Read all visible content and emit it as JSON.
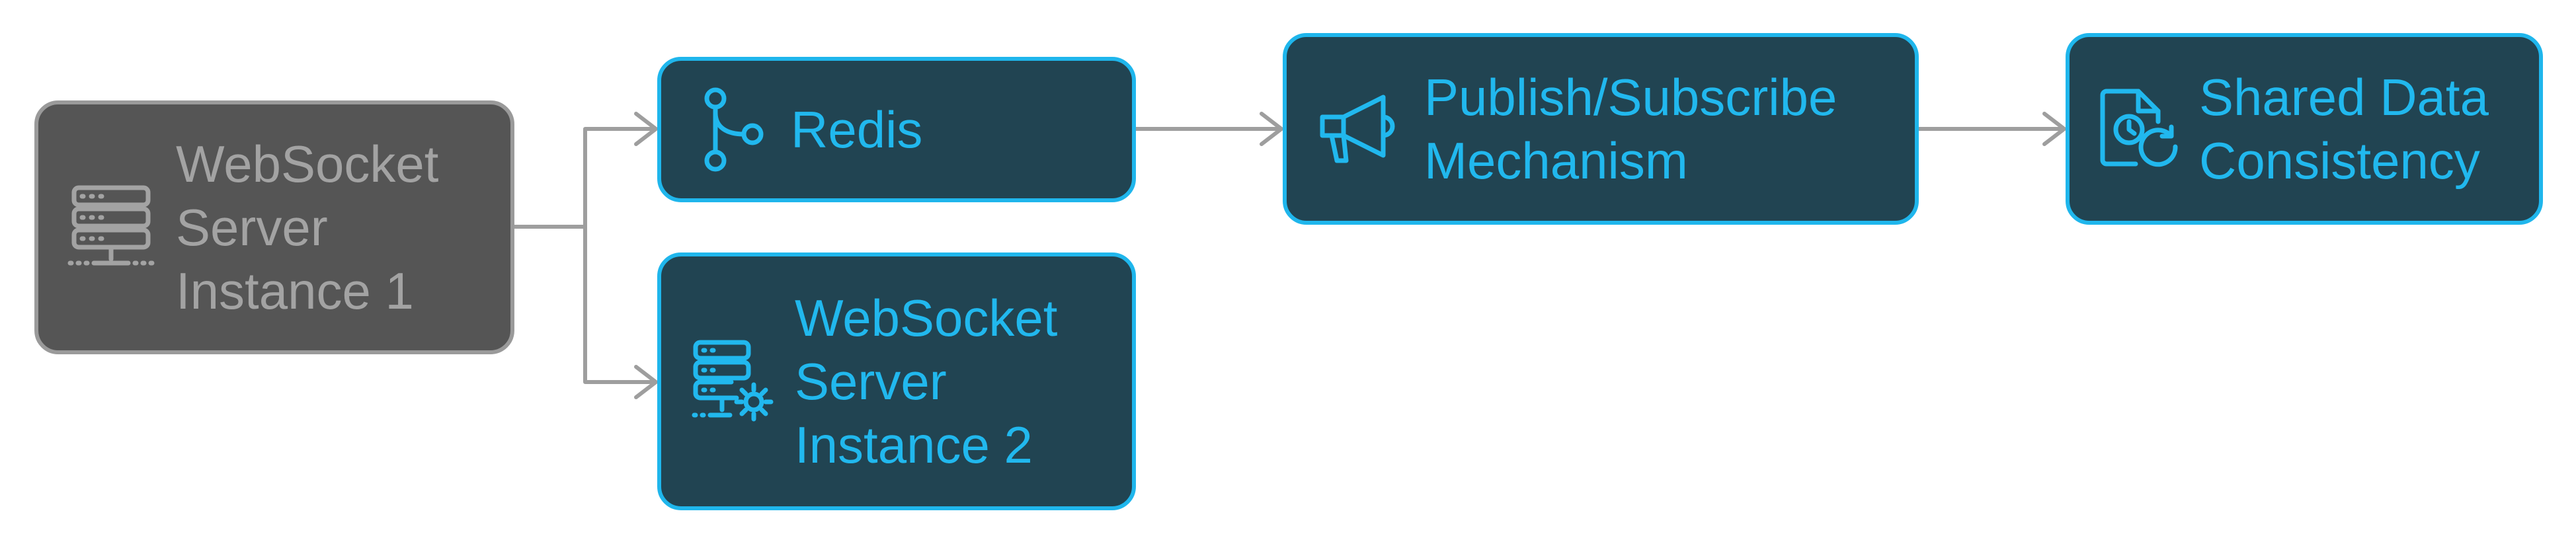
{
  "colors": {
    "source_fill": "#555555",
    "source_border": "#9a9a9a",
    "source_text": "#a3a3a3",
    "node_fill": "#214452",
    "node_border": "#1fb6ec",
    "node_text": "#21b8ee",
    "connector": "#9e9e9e"
  },
  "nodes": {
    "ws1": {
      "lines": [
        "WebSocket",
        "Server",
        "Instance 1"
      ],
      "icon": "server-rack-icon"
    },
    "redis": {
      "lines": [
        "Redis"
      ],
      "icon": "git-branch-icon"
    },
    "ws2": {
      "lines": [
        "WebSocket",
        "Server",
        "Instance 2"
      ],
      "icon": "server-gear-icon"
    },
    "pubsub": {
      "lines": [
        "Publish/Subscribe",
        "Mechanism"
      ],
      "icon": "megaphone-icon"
    },
    "shared": {
      "lines": [
        "Shared Data",
        "Consistency"
      ],
      "icon": "document-sync-icon"
    }
  },
  "edges": [
    {
      "from": "ws1",
      "to": "redis"
    },
    {
      "from": "ws1",
      "to": "ws2"
    },
    {
      "from": "redis",
      "to": "pubsub"
    },
    {
      "from": "pubsub",
      "to": "shared"
    }
  ]
}
